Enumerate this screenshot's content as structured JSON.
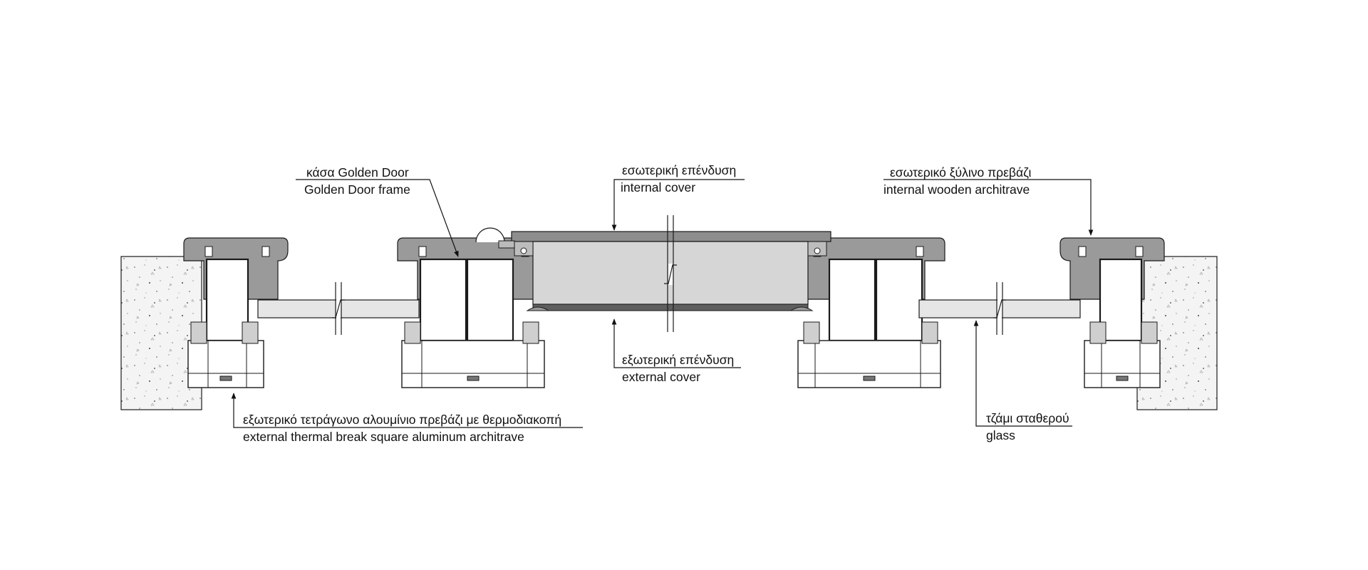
{
  "labels": {
    "frame": {
      "greek": "κάσα Golden Door",
      "english": "Golden Door frame"
    },
    "internal_cover": {
      "greek": "εσωτερική επένδυση",
      "english": "internal cover"
    },
    "internal_architrave": {
      "greek": "εσωτερικό ξύλινο πρεβάζι",
      "english": "internal wooden architrave"
    },
    "external_cover": {
      "greek": "εξωτερική επένδυση",
      "english": "external cover"
    },
    "external_architrave": {
      "greek": "εξωτερικό τετράγωνο αλουμίνιο πρεβάζι με θερμοδιακοπή",
      "english": "external thermal break square aluminum architrave"
    },
    "glass": {
      "greek": "τζάμι σταθερού",
      "english": "glass"
    }
  },
  "colors": {
    "wood": "#9a9a9a",
    "wood_dark": "#7c7c7c",
    "wall": "#f1f1f1",
    "glass": "#e6e6e6",
    "door_core": "#d6d6d6",
    "line": "#1a1a1a"
  }
}
